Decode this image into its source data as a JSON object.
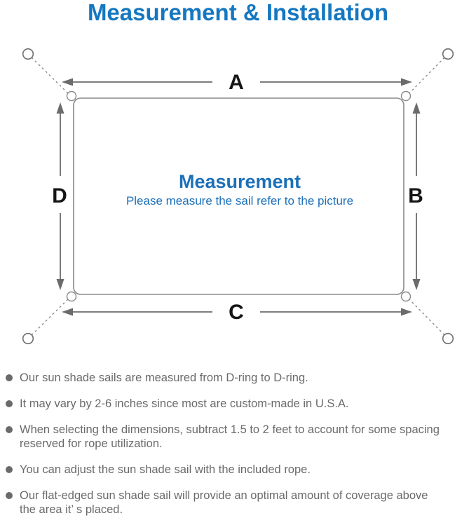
{
  "title": "Measurement & Installation",
  "diagram": {
    "edge_labels": {
      "top": "A",
      "right": "B",
      "bottom": "C",
      "left": "D"
    },
    "heading": "Measurement",
    "subheading": "Please measure the sail refer to the picture"
  },
  "notes": [
    "Our sun shade sails are measured from D-ring to D-ring.",
    "It may vary by 2-6 inches since most are custom-made in U.S.A.",
    "When selecting the dimensions, subtract 1.5 to 2 feet to account for some spacing\nreserved for rope utilization.",
    "You can adjust the sun shade sail with the included rope.",
    "Our flat-edged sun shade sail will provide an optimal amount of coverage above\nthe area it’ s placed."
  ],
  "colors": {
    "accent_blue": "#1577c0",
    "heading_blue": "#1c70b8",
    "line_gray": "#8a8a8a",
    "arrow_gray": "#6b6b6b",
    "text_gray": "#6a6a6a",
    "label_black": "#151515"
  }
}
